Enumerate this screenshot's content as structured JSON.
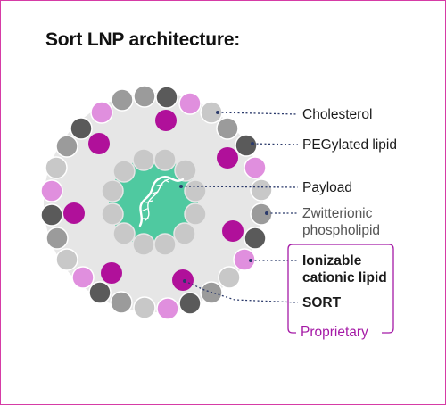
{
  "title": "Sort LNP architecture:",
  "labels": {
    "cholesterol": "Cholesterol",
    "peg": "PEGylated lipid",
    "payload": "Payload",
    "zwitter_line1": "Zwitterionic",
    "zwitter_line2": "phospholipid",
    "ionizable_line1": "Ionizable",
    "ionizable_line2": "cationic lipid",
    "sort": "SORT",
    "proprietary": "Proprietary"
  },
  "colors": {
    "accent": "#a51aa6",
    "border": "#d63ba6",
    "light_pink": "#e08fde",
    "magenta": "#b0109a",
    "dark_grey": "#5a5a5a",
    "mid_grey": "#9b9b9b",
    "light_grey": "#c8c8c8",
    "payload": "#4fc9a0"
  }
}
